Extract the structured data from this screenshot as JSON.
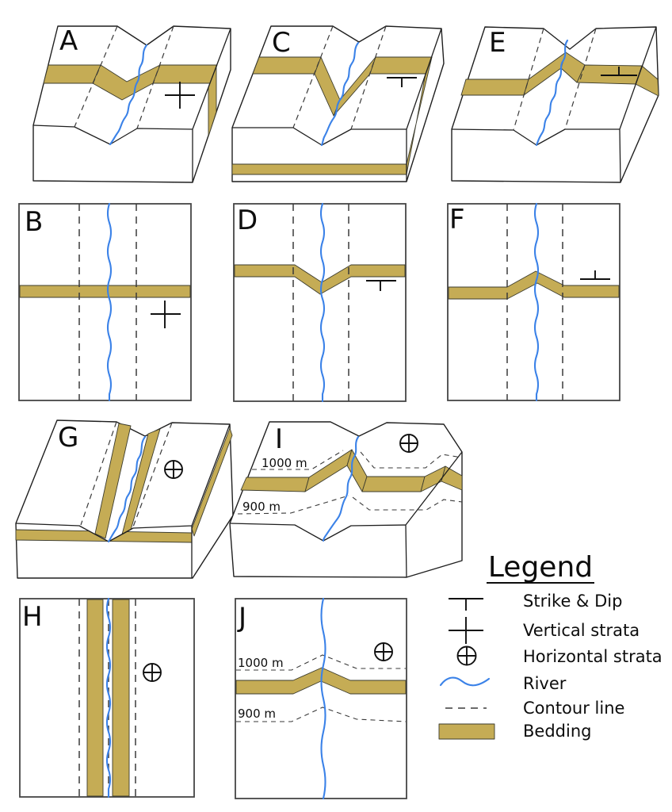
{
  "colors": {
    "bedding": "#c5ac55",
    "river": "#3b82e8",
    "ink": "#1f1f1f",
    "dash": "#3a3a3a",
    "paper": "#ffffff"
  },
  "panels": {
    "a": {
      "label": "A"
    },
    "b": {
      "label": "B"
    },
    "c": {
      "label": "C"
    },
    "d": {
      "label": "D"
    },
    "e": {
      "label": "E"
    },
    "f": {
      "label": "F"
    },
    "g": {
      "label": "G"
    },
    "h": {
      "label": "H"
    },
    "i": {
      "label": "I",
      "contour_upper": "1000 m",
      "contour_lower": "900 m"
    },
    "j": {
      "label": "J",
      "contour_upper": "1000 m",
      "contour_lower": "900 m"
    }
  },
  "legend": {
    "title": "Legend",
    "items": [
      {
        "icon": "strike-dip-icon",
        "label": "Strike & Dip"
      },
      {
        "icon": "vertical-strata-icon",
        "label": "Vertical strata"
      },
      {
        "icon": "horizontal-strata-icon",
        "label": "Horizontal strata"
      },
      {
        "icon": "river-icon",
        "label": "River"
      },
      {
        "icon": "contour-line-icon",
        "label": "Contour line"
      },
      {
        "icon": "bedding-icon",
        "label": "Bedding"
      }
    ]
  }
}
